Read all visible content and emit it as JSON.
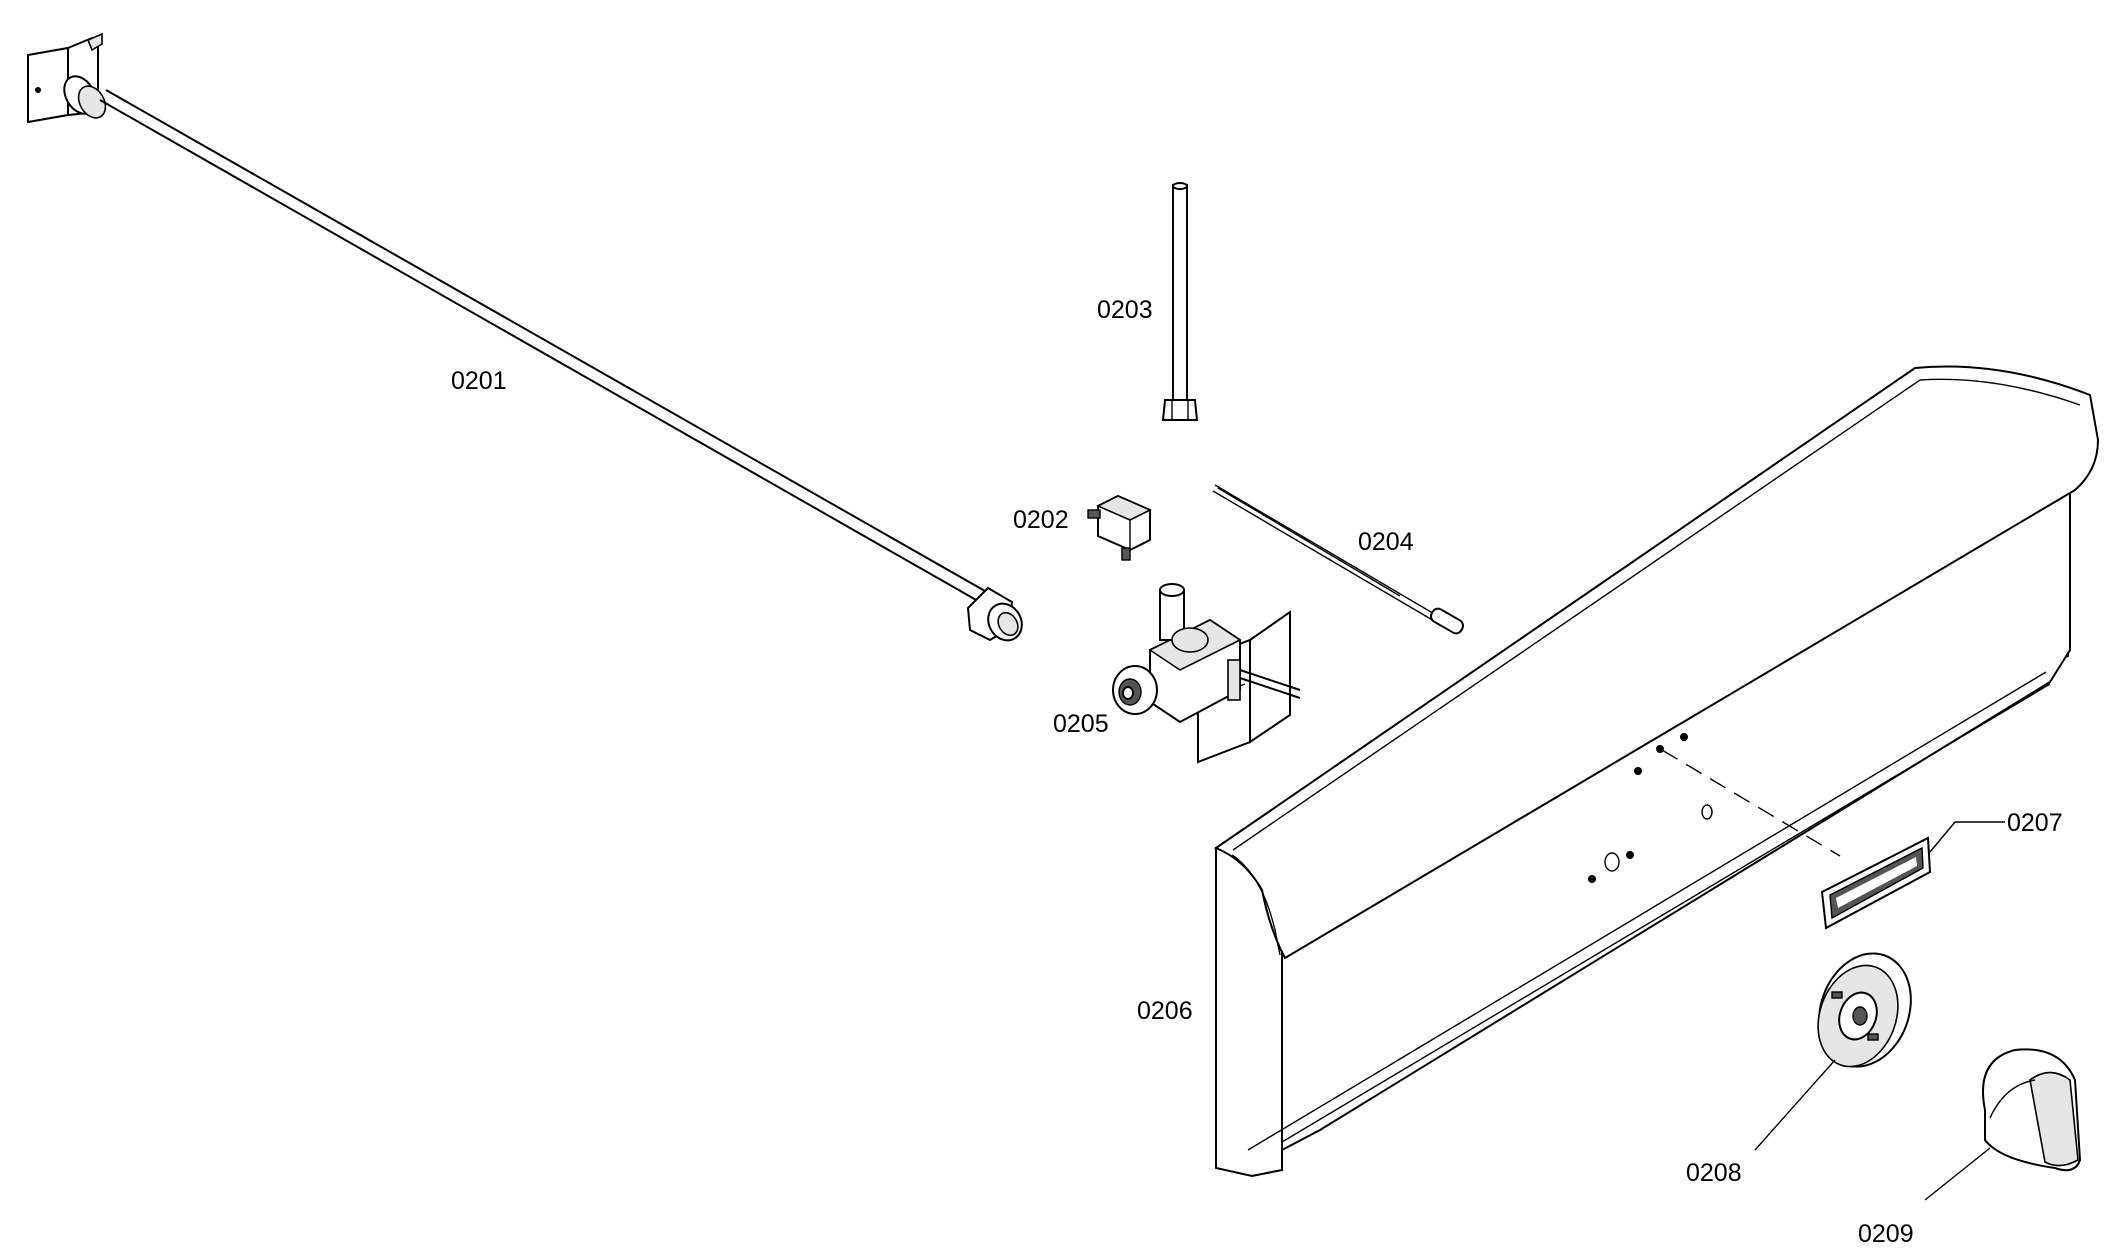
{
  "diagram": {
    "type": "exploded-parts-diagram",
    "parts": [
      {
        "id": "0201",
        "label": "0201",
        "icon": "gas-tube-icon"
      },
      {
        "id": "0202",
        "label": "0202",
        "icon": "switch-icon"
      },
      {
        "id": "0203",
        "label": "0203",
        "icon": "rod-icon"
      },
      {
        "id": "0204",
        "label": "0204",
        "icon": "probe-wire-icon"
      },
      {
        "id": "0205",
        "label": "0205",
        "icon": "gas-valve-icon"
      },
      {
        "id": "0206",
        "label": "0206",
        "icon": "control-panel-icon"
      },
      {
        "id": "0207",
        "label": "0207",
        "icon": "nameplate-badge-icon"
      },
      {
        "id": "0208",
        "label": "0208",
        "icon": "knob-bezel-icon"
      },
      {
        "id": "0209",
        "label": "0209",
        "icon": "control-knob-icon"
      }
    ]
  }
}
